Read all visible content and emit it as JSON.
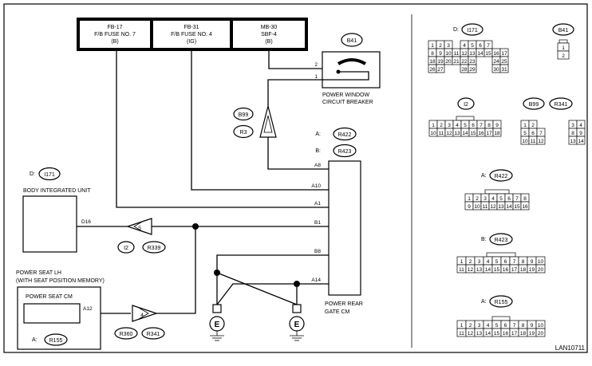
{
  "diagram_id": "LAN10711",
  "fuses": [
    {
      "code": "FB-17",
      "name": "F/B FUSE NO. 7",
      "sub": "(B)"
    },
    {
      "code": "FB-31",
      "name": "F/B FUSE NO. 4",
      "sub": "(IG)"
    },
    {
      "code": "MB-30",
      "name": "SBF-4",
      "sub": "(B)"
    }
  ],
  "breaker": {
    "tag": "B41",
    "label1": "POWER WINDOW",
    "label2": "CIRCUIT BREAKER",
    "pin1": "1",
    "pin2": "2"
  },
  "connectors_left": {
    "b99": "B99",
    "r3": "R3",
    "r422_prefix": "A:",
    "r422": "R422",
    "r423_prefix": "B:",
    "r423": "R423",
    "i171_prefix": "D:",
    "i171": "I171",
    "i2": "I2",
    "r339": "R339",
    "r360": "R360",
    "r341": "R341",
    "r155_prefix": "A:",
    "r155": "R155"
  },
  "body_unit": {
    "label": "BODY INTEGRATED UNIT",
    "pin": "D16"
  },
  "seat": {
    "line1": "POWER SEAT LH",
    "line2": "(WITH SEAT POSITION MEMORY)",
    "cm": "POWER SEAT CM",
    "pin": "A12"
  },
  "gate_cm": {
    "line1": "POWER REAR",
    "line2": "GATE CM"
  },
  "pins": {
    "a8": "A8",
    "a10": "A10",
    "a1": "A1",
    "b1": "B1",
    "b8": "B8",
    "a14": "A14",
    "p5": "5",
    "p4": "4"
  },
  "ground_symbol": "E",
  "connector_views": {
    "i171": {
      "prefix": "D:",
      "tag": "I171",
      "rows": [
        [
          "1",
          "2",
          "3",
          "",
          "4",
          "5",
          "6",
          "7"
        ],
        [
          "8",
          "9",
          "10",
          "11",
          "12",
          "13",
          "14",
          "15",
          "16",
          "17"
        ],
        [
          "18",
          "19",
          "20",
          "21",
          "22",
          "23",
          "",
          "",
          "24",
          "25"
        ],
        [
          "26",
          "27",
          "",
          "",
          "28",
          "29",
          "",
          "",
          "30",
          "31"
        ]
      ]
    },
    "b41": {
      "tag": "B41",
      "pins": [
        "1",
        "2"
      ]
    },
    "i2": {
      "tag": "I2",
      "rows": [
        [
          "1",
          "2",
          "3",
          "4",
          "5",
          "6",
          "7",
          "8",
          "9"
        ],
        [
          "10",
          "11",
          "12",
          "13",
          "14",
          "15",
          "16",
          "17",
          "18"
        ]
      ]
    },
    "b99": {
      "tag": "B99"
    },
    "r341": {
      "tag": "R341"
    },
    "b99_r341_rows": [
      [
        "1",
        "2",
        "",
        "",
        "",
        "",
        "3",
        "4"
      ],
      [
        "5",
        "6",
        "7",
        "",
        "",
        "",
        "8",
        "9"
      ],
      [
        "10",
        "11",
        "12",
        "",
        "",
        "",
        "13",
        "14"
      ]
    ],
    "r422": {
      "prefix": "A:",
      "tag": "R422",
      "rows": [
        [
          "1",
          "2",
          "3",
          "4",
          "5",
          "6",
          "7",
          "8"
        ],
        [
          "9",
          "10",
          "11",
          "12",
          "13",
          "14",
          "15",
          "16"
        ]
      ]
    },
    "r423": {
      "prefix": "B:",
      "tag": "R423",
      "rows": [
        [
          "1",
          "2",
          "3",
          "4",
          "5",
          "6",
          "7",
          "8",
          "9",
          "10"
        ],
        [
          "11",
          "12",
          "13",
          "14",
          "15",
          "16",
          "17",
          "18",
          "19",
          "20"
        ]
      ]
    },
    "r155": {
      "prefix": "A:",
      "tag": "R155",
      "rows": [
        [
          "1",
          "2",
          "3",
          "4",
          "5",
          "6",
          "7",
          "8",
          "9",
          "10"
        ],
        [
          "11",
          "12",
          "13",
          "14",
          "15",
          "16",
          "17",
          "18",
          "19",
          "20"
        ]
      ]
    }
  }
}
